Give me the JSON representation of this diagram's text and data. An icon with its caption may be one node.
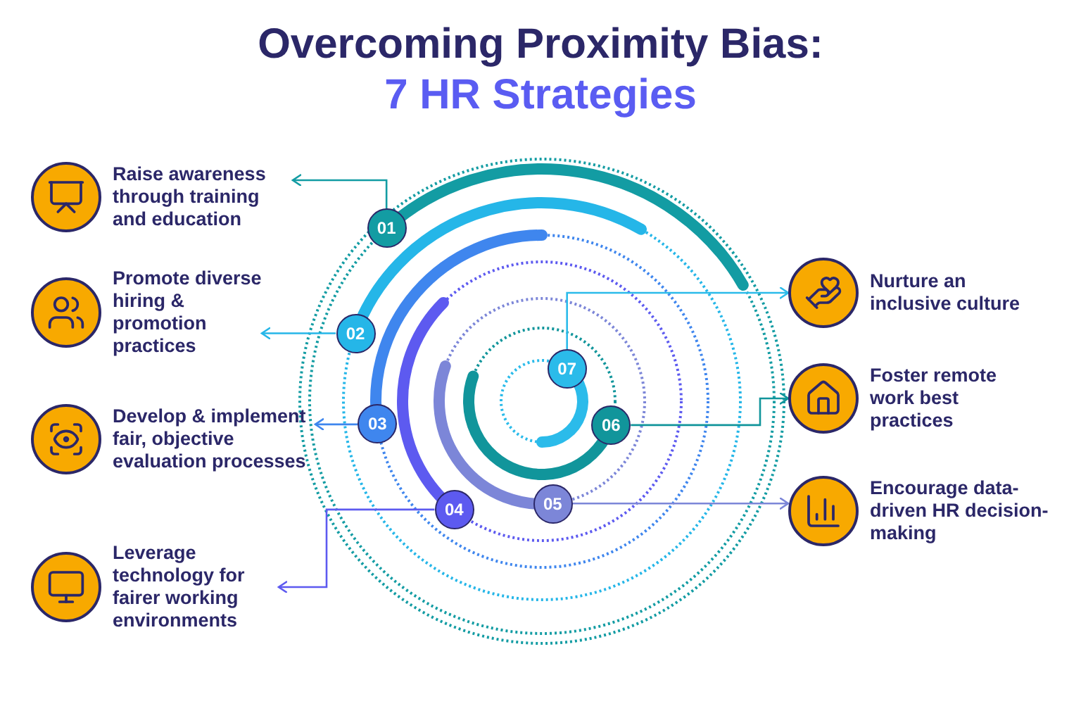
{
  "diagram": {
    "title": "Overcoming Proximity Bias:",
    "nodes": [
      {
        "text": [
          "01"
        ]
      },
      {
        "text": [
          "02"
        ]
      },
      {
        "text": [
          "03"
        ]
      },
      {
        "text": [
          "04"
        ]
      },
      {
        "text": [
          "05"
        ]
      },
      {
        "text": [
          "06"
        ]
      },
      {
        "text": [
          "07"
        ]
      },
      {
        "text": [
          "Raise awareness through training and education"
        ]
      },
      {
        "text": [
          "Promote diverse hiring & promotion practices"
        ]
      },
      {
        "text": [
          "Develop & implement fair, objective evaluation processes"
        ]
      },
      {
        "text": [
          "Leverage technology for fairer working environments"
        ]
      },
      {
        "text": [
          "Nurture an inclusive culture"
        ]
      },
      {
        "text": [
          "Foster remote work best practices"
        ]
      },
      {
        "text": [
          "Encourage data-driven HR decision-making"
        ]
      }
    ],
    "edges": [
      {
        "from": 0,
        "to": 7,
        "arrow": "to",
        "color": "#139ca3"
      },
      {
        "from": 1,
        "to": 8,
        "arrow": "to",
        "color": "#25b6e8"
      },
      {
        "from": 2,
        "to": 9,
        "arrow": "to",
        "color": "#3f86ee"
      },
      {
        "from": 3,
        "to": 10,
        "arrow": "to",
        "color": "#5d5af0"
      },
      {
        "from": 4,
        "to": 13,
        "arrow": "to",
        "color": "#7c86d8"
      },
      {
        "from": 5,
        "to": 12,
        "arrow": "to",
        "color": "#11959b"
      },
      {
        "from": 6,
        "to": 11,
        "arrow": "to",
        "color": "#2bbbea"
      }
    ],
    "labels": [
      "7 HR Strategies"
    ]
  }
}
